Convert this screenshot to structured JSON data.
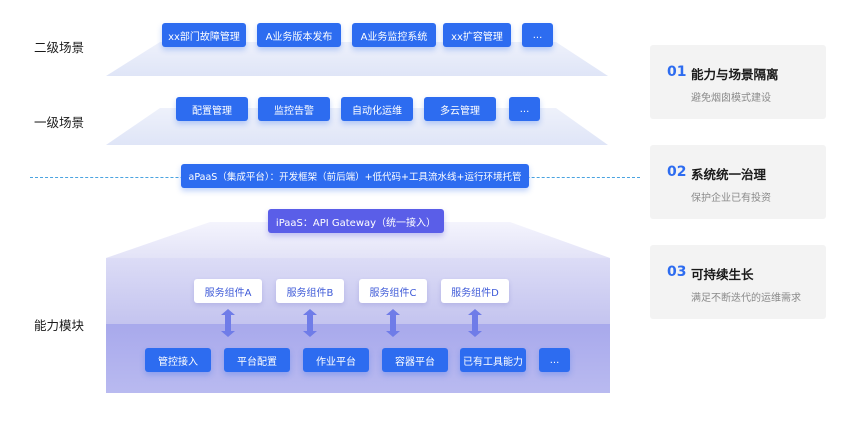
{
  "rows": {
    "level2": {
      "label": "二级场景",
      "items": [
        "xx部门故障管理",
        "A业务版本发布",
        "A业务监控系统",
        "xx扩容管理",
        "..."
      ]
    },
    "level1": {
      "label": "一级场景",
      "items": [
        "配置管理",
        "监控告警",
        "自动化运维",
        "多云管理",
        "..."
      ]
    },
    "capability": {
      "label": "能力模块",
      "components": [
        "服务组件A",
        "服务组件B",
        "服务组件C",
        "服务组件D"
      ],
      "base": [
        "管控接入",
        "平台配置",
        "作业平台",
        "容器平台",
        "已有工具能力",
        "..."
      ]
    }
  },
  "apaas": "aPaaS（集成平台）：开发框架（前后端）+低代码+工具流水线+运行环境托管",
  "ipaas": "iPaaS：API Gateway（统一接入）",
  "cards": [
    {
      "num": "01",
      "title": "能力与场景隔离",
      "sub": "避免烟囱模式建设"
    },
    {
      "num": "02",
      "title": "系统统一治理",
      "sub": "保护企业已有投资"
    },
    {
      "num": "03",
      "title": "可持续生长",
      "sub": "满足不断迭代的运维需求"
    }
  ],
  "colors": {
    "primary": "#2d6cf0",
    "violet": "#5a5ee8",
    "accent_line": "#4aa3e0"
  }
}
